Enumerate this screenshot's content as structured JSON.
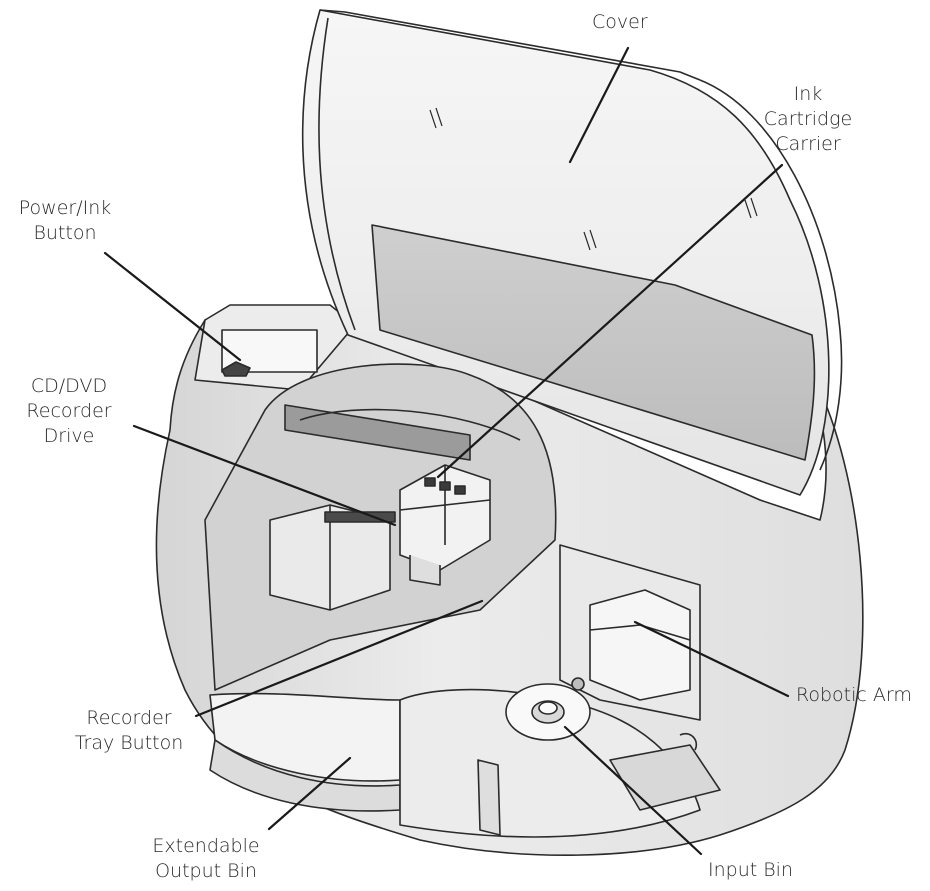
{
  "labels": {
    "cover": "Cover",
    "ink_carrier": [
      "Ink",
      "Cartridge",
      "Carrier"
    ],
    "power_button": [
      "Power/Ink",
      "Button"
    ],
    "cd_dvd_drive": [
      "CD/DVD",
      "Recorder",
      "Drive"
    ],
    "recorder_tray_button": [
      "Recorder",
      "Tray Button"
    ],
    "robotic_arm": "Robotic Arm",
    "output_bin": [
      "Extendable",
      "Output Bin"
    ],
    "input_bin": "Input Bin"
  },
  "colors": {
    "outline": "#2b2b2b",
    "body_light": "#f1f1f1",
    "body_mid": "#dcdcdc",
    "body_dark": "#b9b9b9",
    "cover_shade": "#c9c9c9",
    "leader": "#1a1a1a"
  }
}
